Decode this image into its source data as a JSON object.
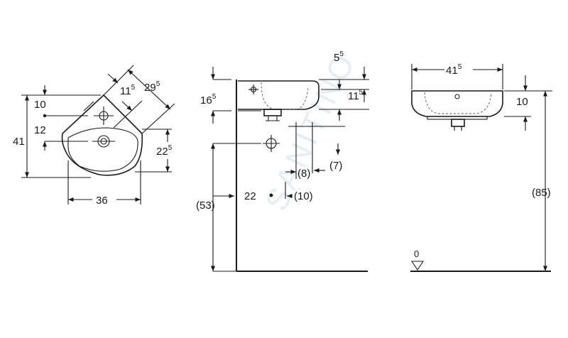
{
  "watermark": "SANITINO",
  "top_view": {
    "dims": {
      "d10": "10",
      "d12": "12",
      "d41": "41",
      "d36": "36",
      "d11_5_main": "11",
      "d11_5_sup": "5",
      "d29_5_main": "29",
      "d29_5_sup": "5",
      "d22_5_main": "22",
      "d22_5_sup": "5"
    }
  },
  "side_view": {
    "dims": {
      "d16_5_main": "16",
      "d16_5_sup": "5",
      "d5_5_main": "5",
      "d5_5_sup": "5",
      "d11_5_main": "11",
      "d11_5_sup": "5",
      "d7": "(7)",
      "d8": "(8)",
      "d10": "(10)",
      "d22": "22",
      "d53": "(53)"
    }
  },
  "front_view": {
    "dims": {
      "d41_5_main": "41",
      "d41_5_sup": "5",
      "d10": "10",
      "d85": "(85)",
      "floor": "0"
    }
  }
}
